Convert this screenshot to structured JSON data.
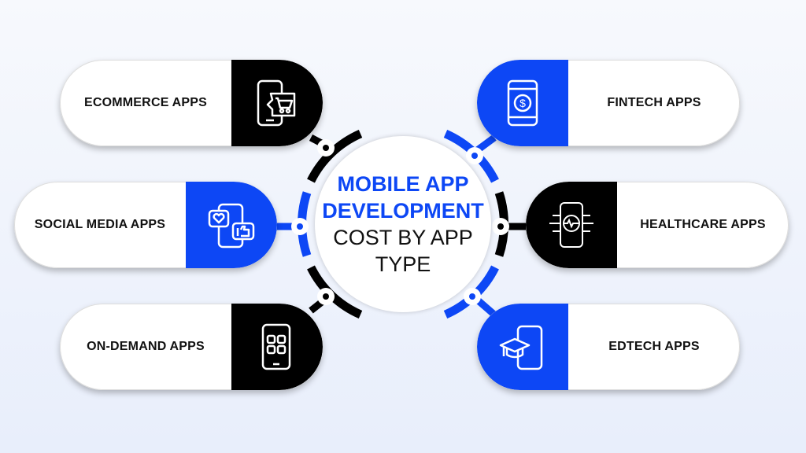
{
  "title": {
    "line1": "MOBILE APP",
    "line2": "DEVELOPMENT",
    "line3": "COST BY APP",
    "line4": "TYPE"
  },
  "colors": {
    "accent": "#0d47f5",
    "dark": "#000000"
  },
  "items": [
    {
      "label": "ECOMMERCE APPS",
      "icon": "phone-cart-icon",
      "color": "#000000"
    },
    {
      "label": "SOCIAL MEDIA APPS",
      "icon": "phone-like-heart-icon",
      "color": "#0d47f5"
    },
    {
      "label": "ON-DEMAND APPS",
      "icon": "phone-grid-icon",
      "color": "#000000"
    },
    {
      "label": "FINTECH APPS",
      "icon": "phone-dollar-icon",
      "color": "#0d47f5"
    },
    {
      "label": "HEALTHCARE APPS",
      "icon": "phone-heartbeat-icon",
      "color": "#000000"
    },
    {
      "label": "EDTECH APPS",
      "icon": "phone-graduation-cap-icon",
      "color": "#0d47f5"
    }
  ]
}
